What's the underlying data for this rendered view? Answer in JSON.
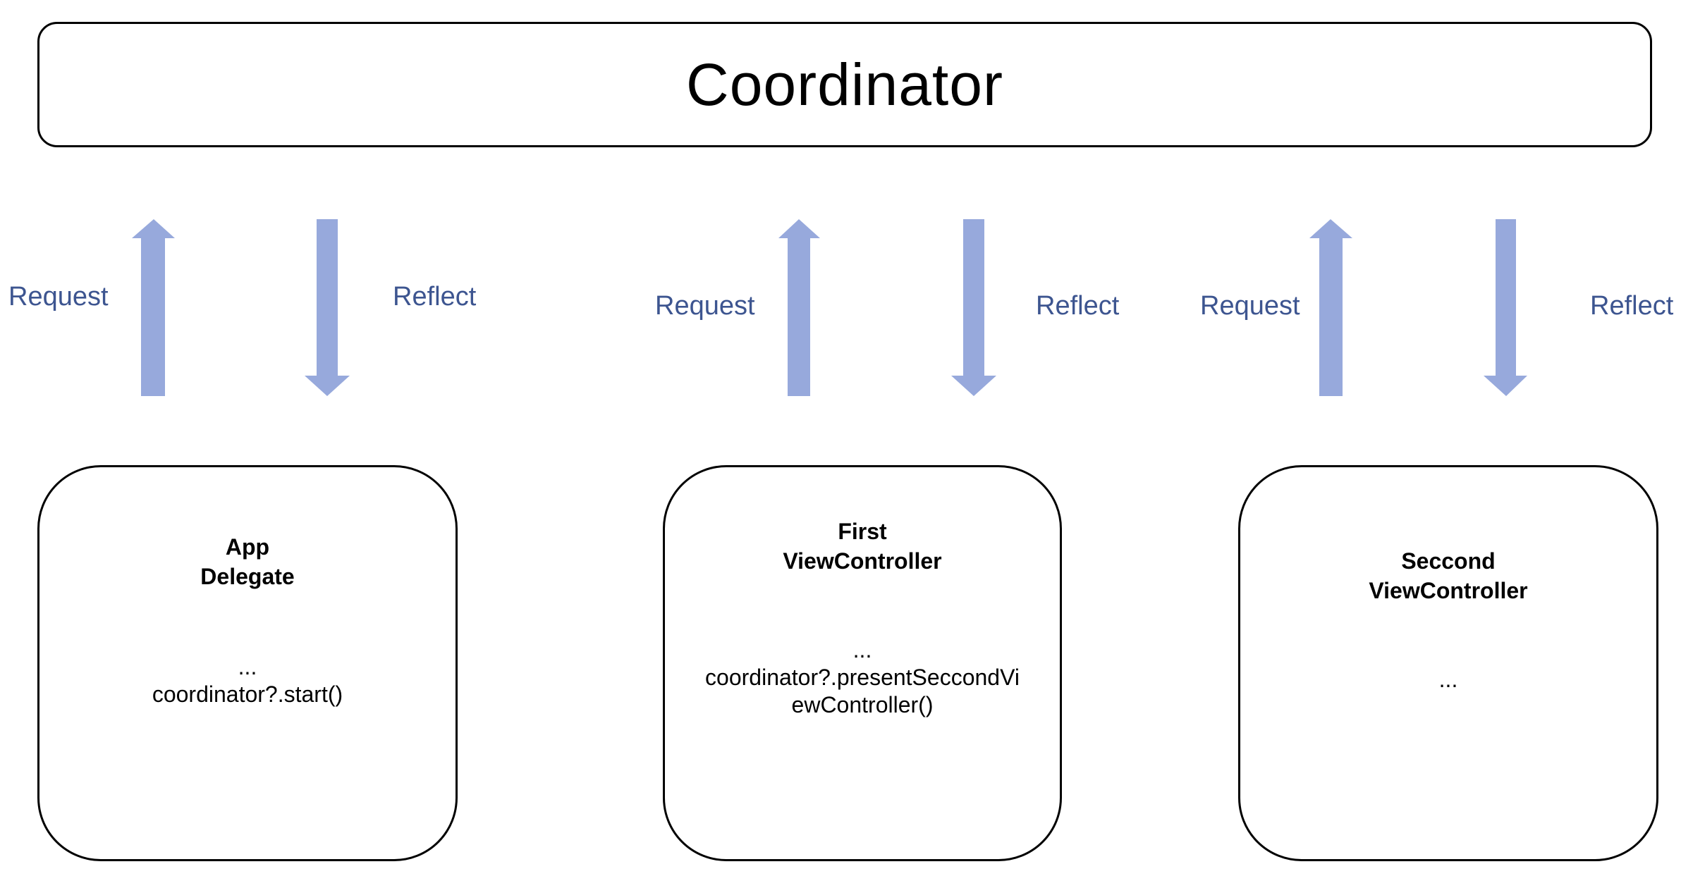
{
  "coordinator": {
    "title": "Coordinator"
  },
  "colors": {
    "arrow": "#97a9dc",
    "label": "#3d5590",
    "border": "#000000"
  },
  "connections": [
    {
      "request_label": "Request",
      "reflect_label": "Reflect"
    },
    {
      "request_label": "Request",
      "reflect_label": "Reflect"
    },
    {
      "request_label": "Request",
      "reflect_label": "Reflect"
    }
  ],
  "nodes": [
    {
      "title_line1": "App",
      "title_line2": "Delegate",
      "code_line1": "...",
      "code_line2": "coordinator?.start()",
      "code_line3": ""
    },
    {
      "title_line1": "First",
      "title_line2": "ViewController",
      "code_line1": "...",
      "code_line2": "coordinator?.presentSeccondVi",
      "code_line3": "ewController()"
    },
    {
      "title_line1": "Seccond",
      "title_line2": "ViewController",
      "code_line1": "...",
      "code_line2": "",
      "code_line3": ""
    }
  ]
}
